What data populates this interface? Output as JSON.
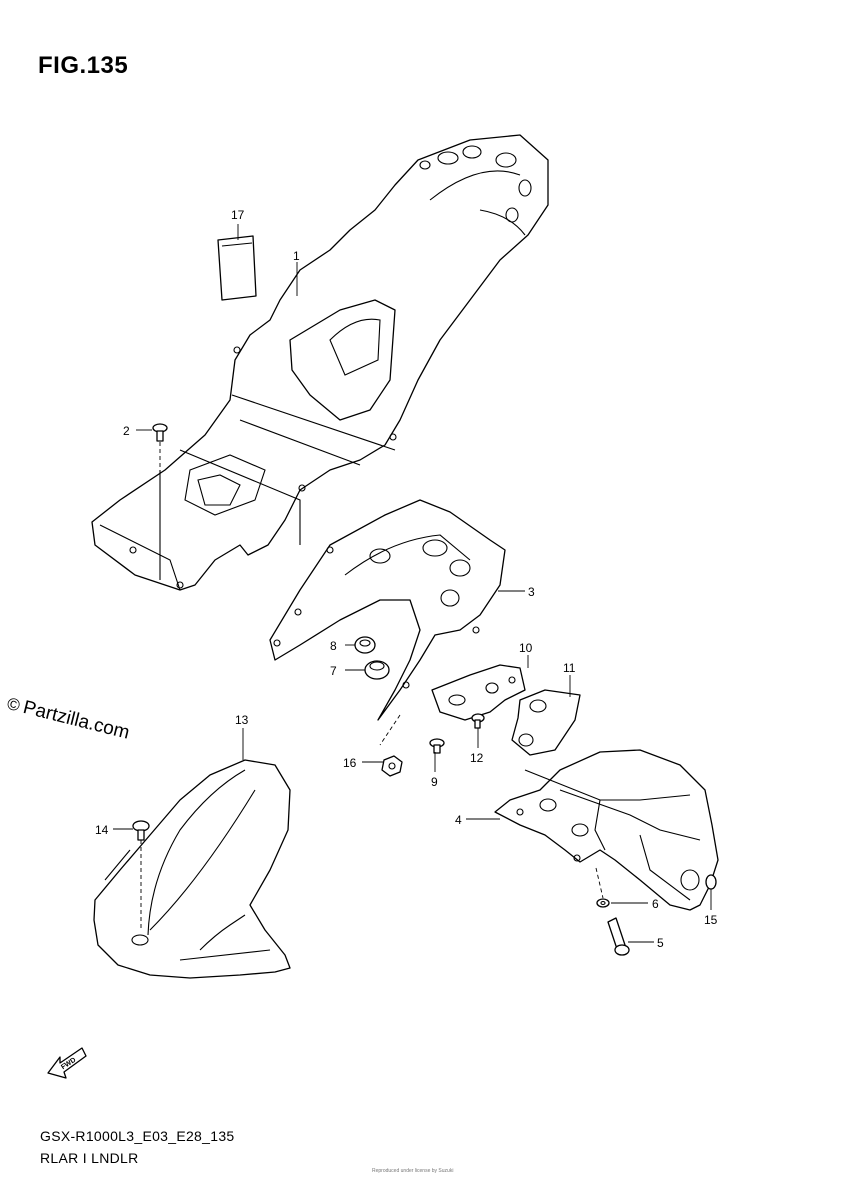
{
  "figure": {
    "title": "FIG.135",
    "watermark_symbol": "©",
    "watermark_text": "Partzilla.com",
    "model_code": "GSX-R1000L3_E03_E28_135",
    "section_name": "RLAR I LNDLR",
    "fine_print": "Reproduced under license by Suzuki",
    "fwd_label": "FWD"
  },
  "callouts": {
    "c1": "1",
    "c2": "2",
    "c3": "3",
    "c4": "4",
    "c5": "5",
    "c6": "6",
    "c7": "7",
    "c8": "8",
    "c9": "9",
    "c10": "10",
    "c11": "11",
    "c12": "12",
    "c13": "13",
    "c14": "14",
    "c15": "15",
    "c16": "16",
    "c17": "17"
  }
}
